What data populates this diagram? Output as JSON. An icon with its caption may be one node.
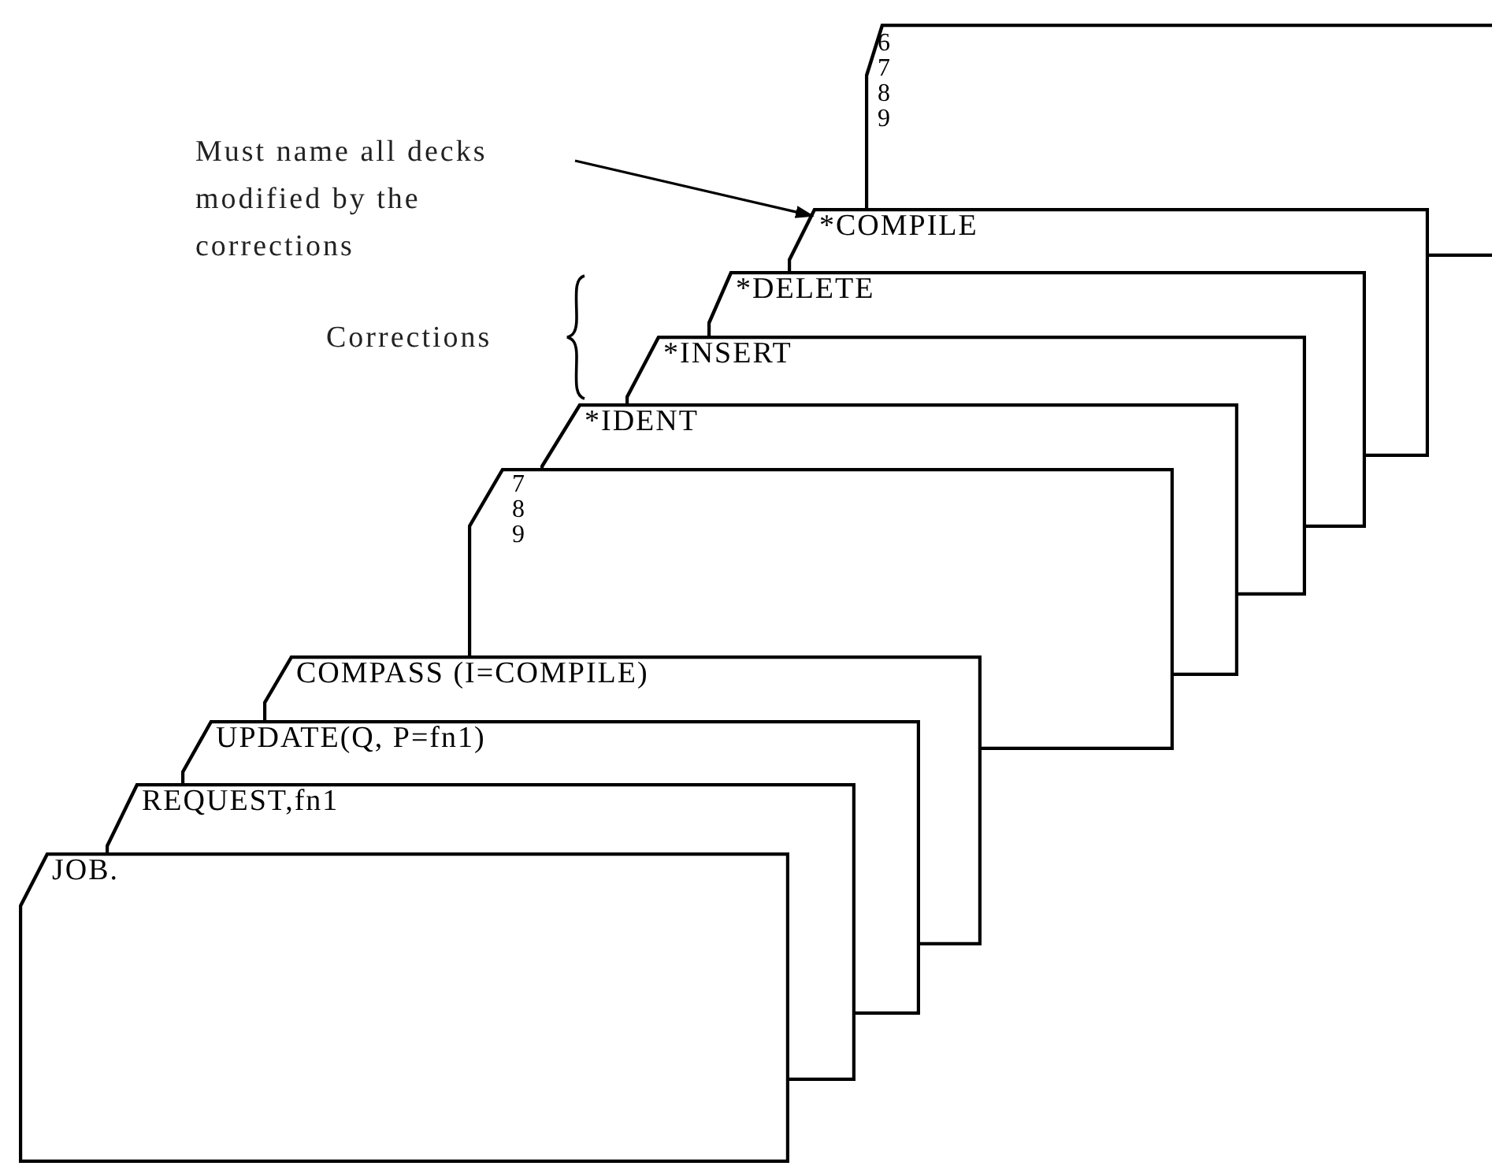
{
  "diagram": {
    "nodes": [
      {
        "text": [
          "6 7 8 9"
        ]
      },
      {
        "text": [
          "Must name all decks modified by the corrections"
        ]
      },
      {
        "text": [
          "*COMPILE"
        ]
      },
      {
        "text": [
          "*DELETE"
        ]
      },
      {
        "text": [
          "*INSERT"
        ]
      },
      {
        "text": [
          "*IDENT"
        ]
      },
      {
        "text": [
          "7 8 9"
        ]
      },
      {
        "text": [
          "COMPASS (I=COMPILE)"
        ]
      },
      {
        "text": [
          "UPDATE(Q, P=fn1)"
        ]
      },
      {
        "text": [
          "REQUEST,fn1"
        ]
      },
      {
        "text": [
          "JOB."
        ]
      }
    ],
    "edges": [
      {
        "from": 1,
        "to": 2,
        "arrow": "to"
      }
    ],
    "labels": [
      "Corrections"
    ]
  }
}
